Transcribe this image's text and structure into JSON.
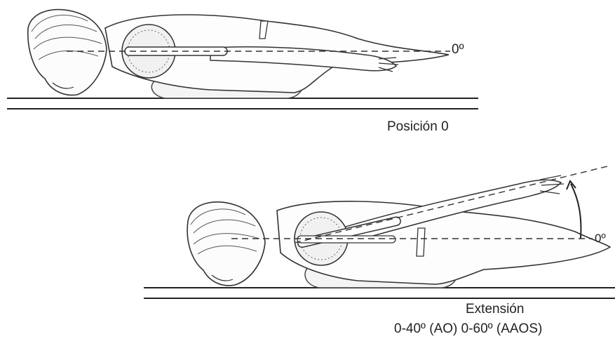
{
  "figure": {
    "top_panel": {
      "reference_angle": "0º",
      "caption": "Posición 0"
    },
    "bottom_panel": {
      "reference_angle": "0º",
      "caption_title": "Extensión",
      "caption_range": "0-40º (AO) 0-60º (AAOS)"
    }
  }
}
